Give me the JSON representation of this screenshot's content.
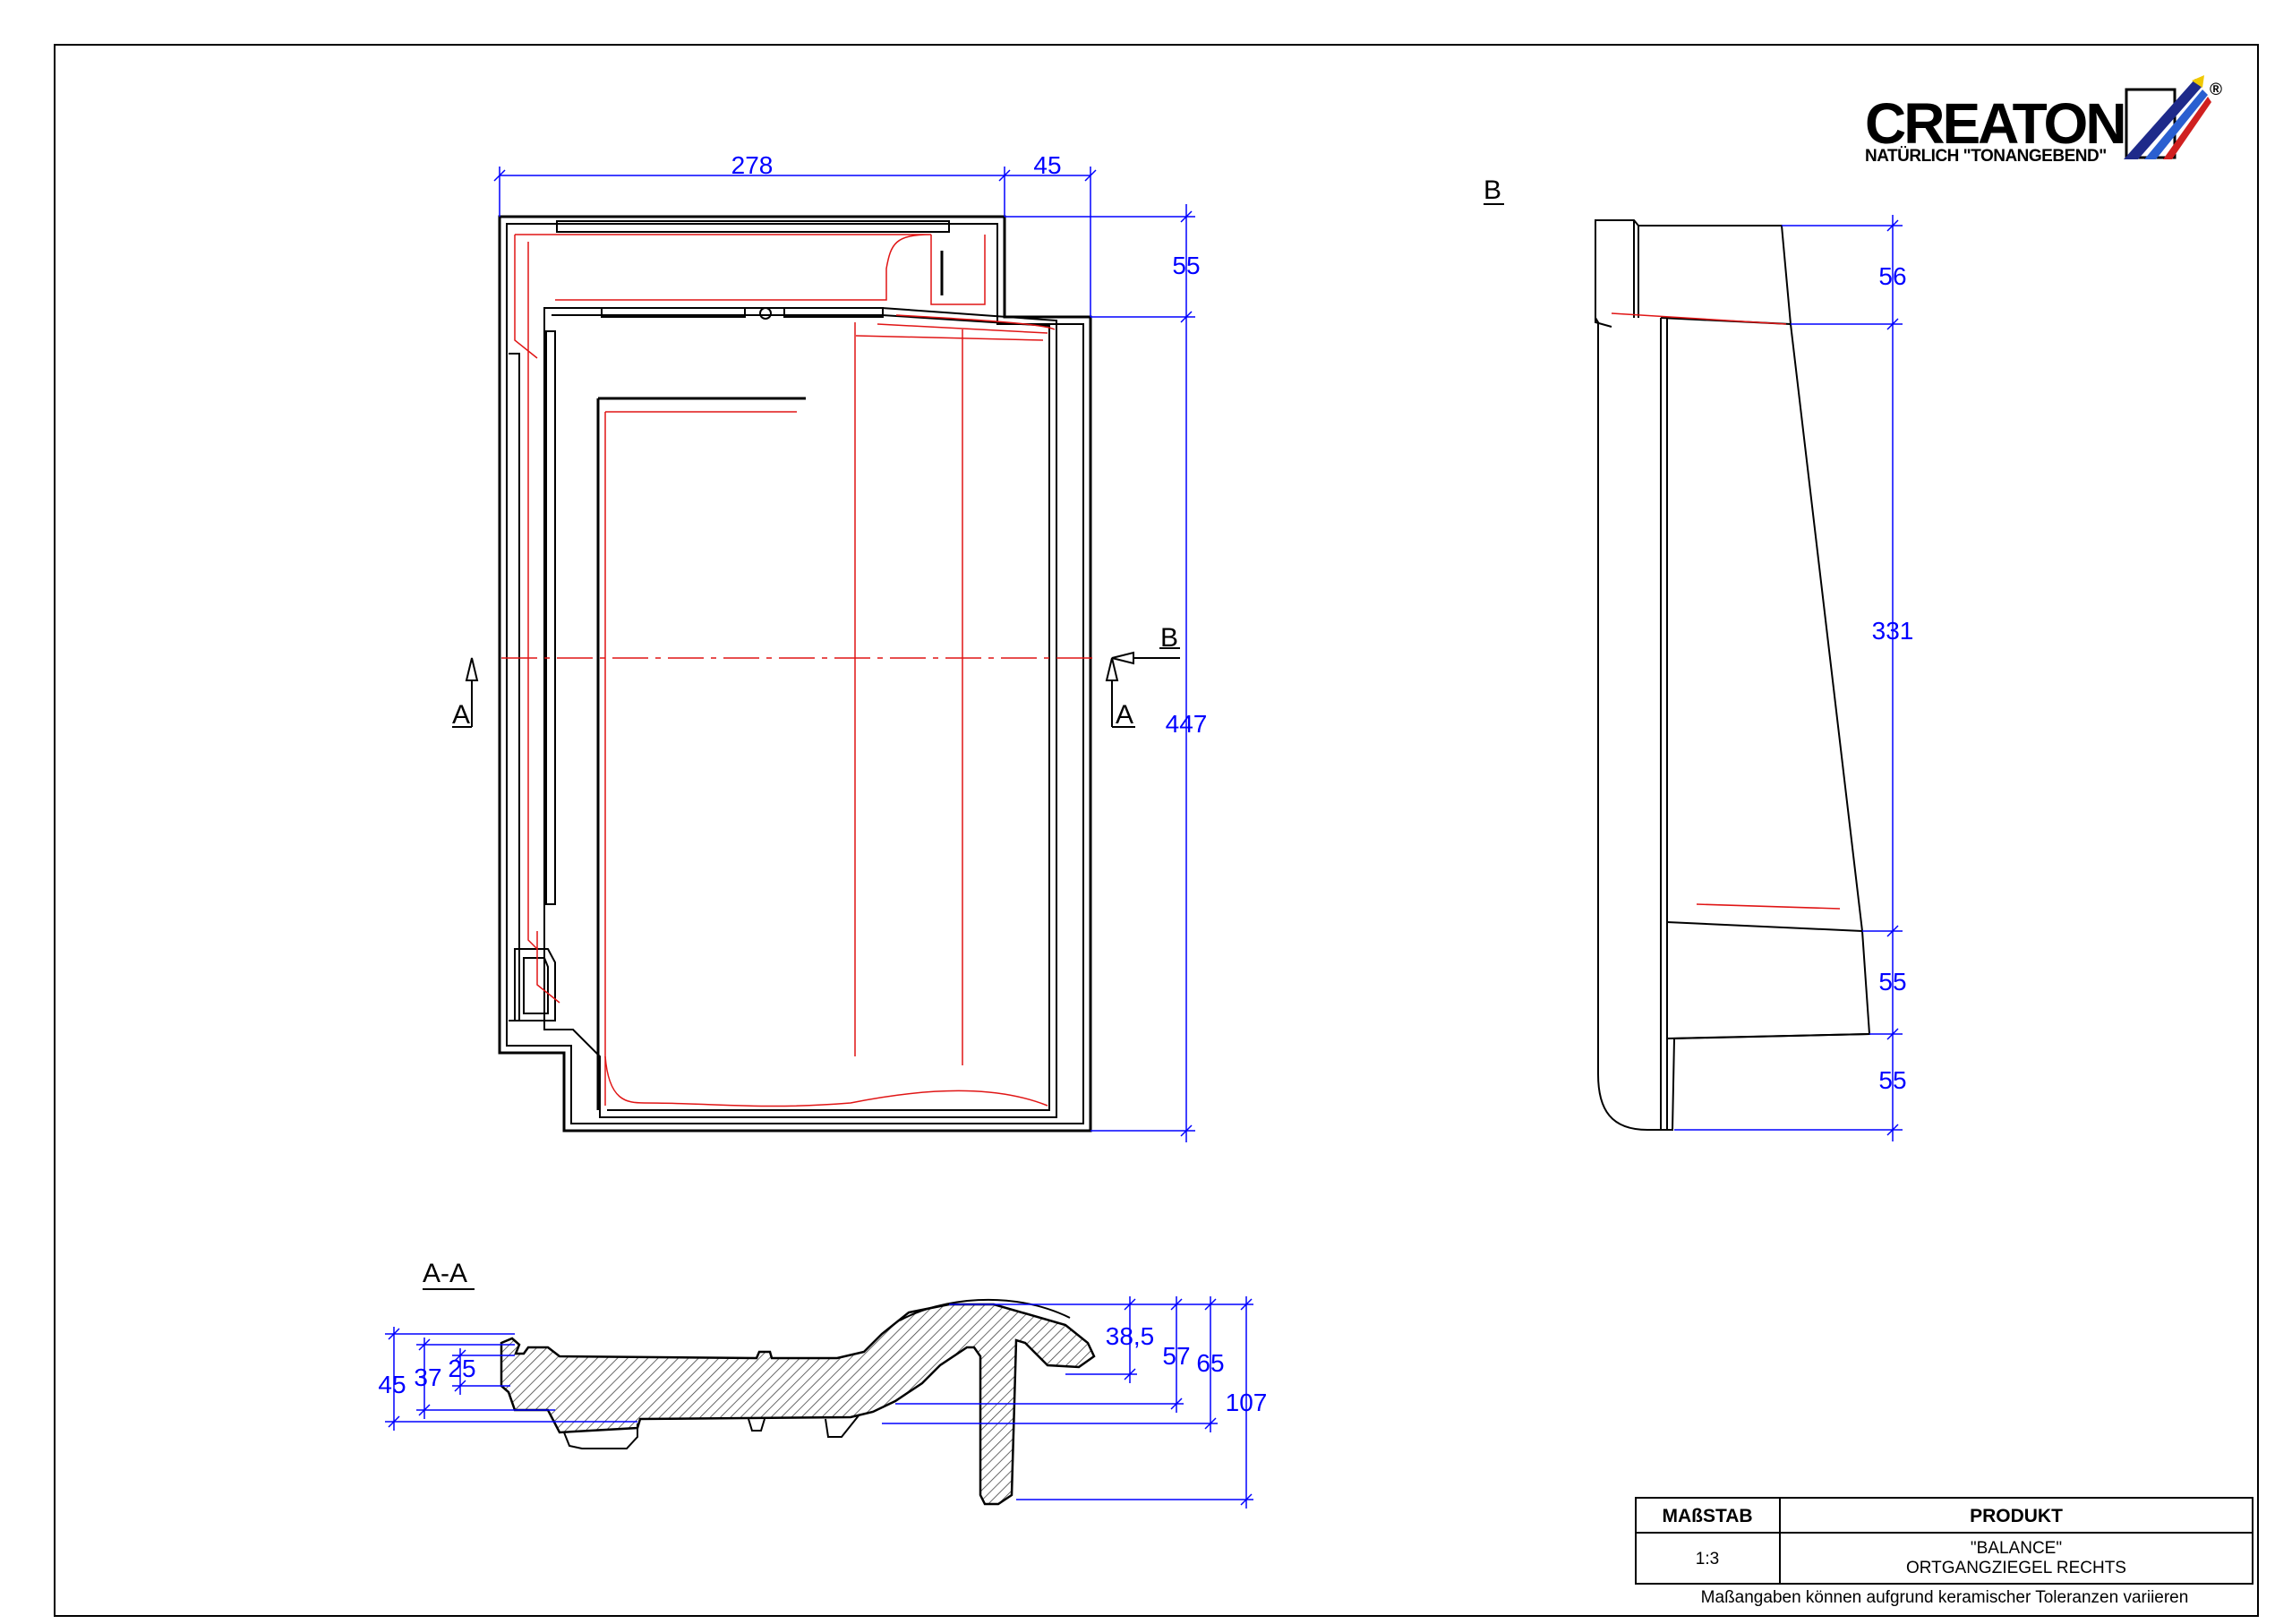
{
  "logo": {
    "brand": "CREATON",
    "tagline": "NATÜRLICH \"TONANGEBEND\"",
    "registered": "®"
  },
  "views": {
    "side": "B",
    "section": "A-A",
    "cut_left": "A",
    "cut_right": "A",
    "view_arrow": "B"
  },
  "plan_dims": {
    "width": "278",
    "side": "45",
    "top": "55",
    "length": "447"
  },
  "side_dims": {
    "top": "56",
    "middle": "331",
    "lower": "55",
    "bottom": "55"
  },
  "section_dims": {
    "d45": "45",
    "d37": "37",
    "d25": "25",
    "d38_5": "38,5",
    "d57": "57",
    "d65": "65",
    "d107": "107"
  },
  "title_block": {
    "scale_header": "MAßSTAB",
    "product_header": "PRODUKT",
    "scale_value": "1:3",
    "product_name": "\"BALANCE\"",
    "product_type": "ORTGANGZIEGEL RECHTS",
    "note": "Maßangaben  können  aufgrund  keramischer  Toleranzen  variieren"
  }
}
